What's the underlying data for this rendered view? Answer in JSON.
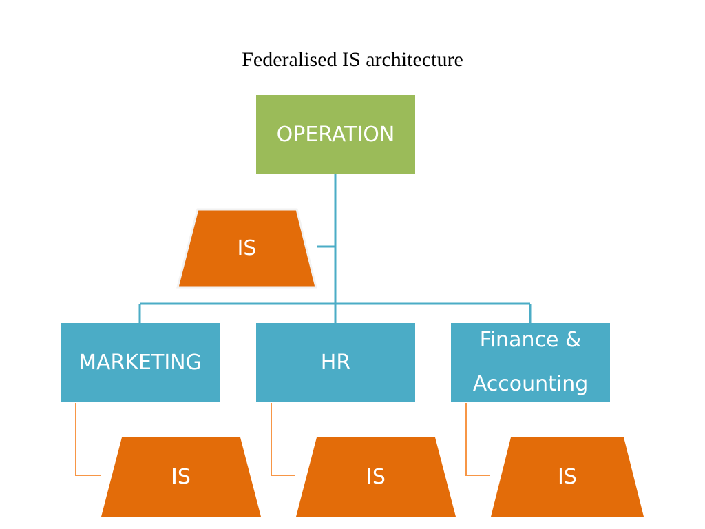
{
  "title": "Federalised IS architecture",
  "colors": {
    "operation": "#9bbb59",
    "department": "#4bacc6",
    "is_unit": "#e36c09",
    "tree_line": "#4bacc6",
    "is_line": "#f79646"
  },
  "diagram": {
    "root": {
      "label": "OPERATION"
    },
    "root_is": {
      "label": "IS"
    },
    "departments": [
      {
        "label": "MARKETING",
        "is_label": "IS"
      },
      {
        "label": "HR",
        "is_label": "IS"
      },
      {
        "label_line1": "Finance &",
        "label_line2": "Accounting",
        "is_label": "IS"
      }
    ]
  }
}
